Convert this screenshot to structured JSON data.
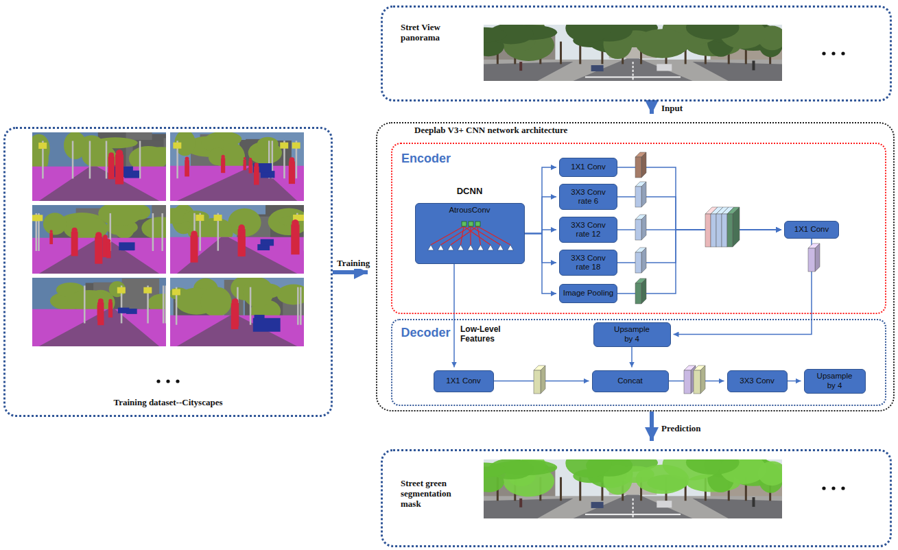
{
  "diagram": {
    "nodes": [
      {
        "text": [
          "Training dataset--Cityscapes"
        ]
      },
      {
        "text": [
          "Stret View panorama"
        ]
      },
      {
        "text": [
          "Deeplab V3+ CNN network architecture"
        ]
      },
      {
        "text": [
          "Encoder"
        ],
        "in": 2
      },
      {
        "text": [
          "DCNN",
          "AtrousConv"
        ],
        "in": 3
      },
      {
        "text": [
          "1X1 Conv"
        ],
        "in": 3
      },
      {
        "text": [
          "3X3 Conv rate 6"
        ],
        "in": 3
      },
      {
        "text": [
          "3X3 Conv rate 12"
        ],
        "in": 3
      },
      {
        "text": [
          "3X3 Conv rate 18"
        ],
        "in": 3
      },
      {
        "text": [
          "Image Pooling"
        ],
        "in": 3
      },
      {
        "text": [
          "1X1 Conv"
        ],
        "in": 3
      },
      {
        "text": [
          "Decoder"
        ],
        "in": 2
      },
      {
        "text": [
          "Upsample by 4"
        ],
        "in": 11
      },
      {
        "text": [
          "1X1 Conv"
        ],
        "in": 11
      },
      {
        "text": [
          "Concat"
        ],
        "in": 11
      },
      {
        "text": [
          "3X3 Conv"
        ],
        "in": 11
      },
      {
        "text": [
          "Upsample by 4"
        ],
        "in": 11
      },
      {
        "text": [
          "Street green segmentation mask"
        ]
      }
    ],
    "edges": [
      {
        "from": 0,
        "to": 2,
        "label": "Training",
        "arrow": "to"
      },
      {
        "from": 1,
        "to": 2,
        "label": "Input",
        "arrow": "to"
      },
      {
        "from": 2,
        "to": 17,
        "label": "Prediction",
        "arrow": "to"
      },
      {
        "from": 4,
        "to": 13,
        "label": "Low-Level Features",
        "arrow": "to"
      },
      {
        "from": 10,
        "to": 12,
        "arrow": "to"
      },
      {
        "from": 12,
        "to": 14,
        "arrow": "to"
      },
      {
        "from": 13,
        "to": 14,
        "arrow": "to"
      },
      {
        "from": 14,
        "to": 15,
        "arrow": "to"
      },
      {
        "from": 15,
        "to": 16,
        "arrow": "to"
      },
      {
        "from": 4,
        "to": 5,
        "arrow": "to"
      },
      {
        "from": 4,
        "to": 6,
        "arrow": "to"
      },
      {
        "from": 4,
        "to": 7,
        "arrow": "to"
      },
      {
        "from": 4,
        "to": 8,
        "arrow": "to"
      },
      {
        "from": 4,
        "to": 9,
        "arrow": "to"
      },
      {
        "from": 5,
        "to": 10,
        "arrow": "to"
      },
      {
        "from": 6,
        "to": 10,
        "arrow": "to"
      },
      {
        "from": 7,
        "to": 10,
        "arrow": "to"
      },
      {
        "from": 8,
        "to": 10,
        "arrow": "to"
      },
      {
        "from": 9,
        "to": 10,
        "arrow": "to"
      }
    ]
  }
}
